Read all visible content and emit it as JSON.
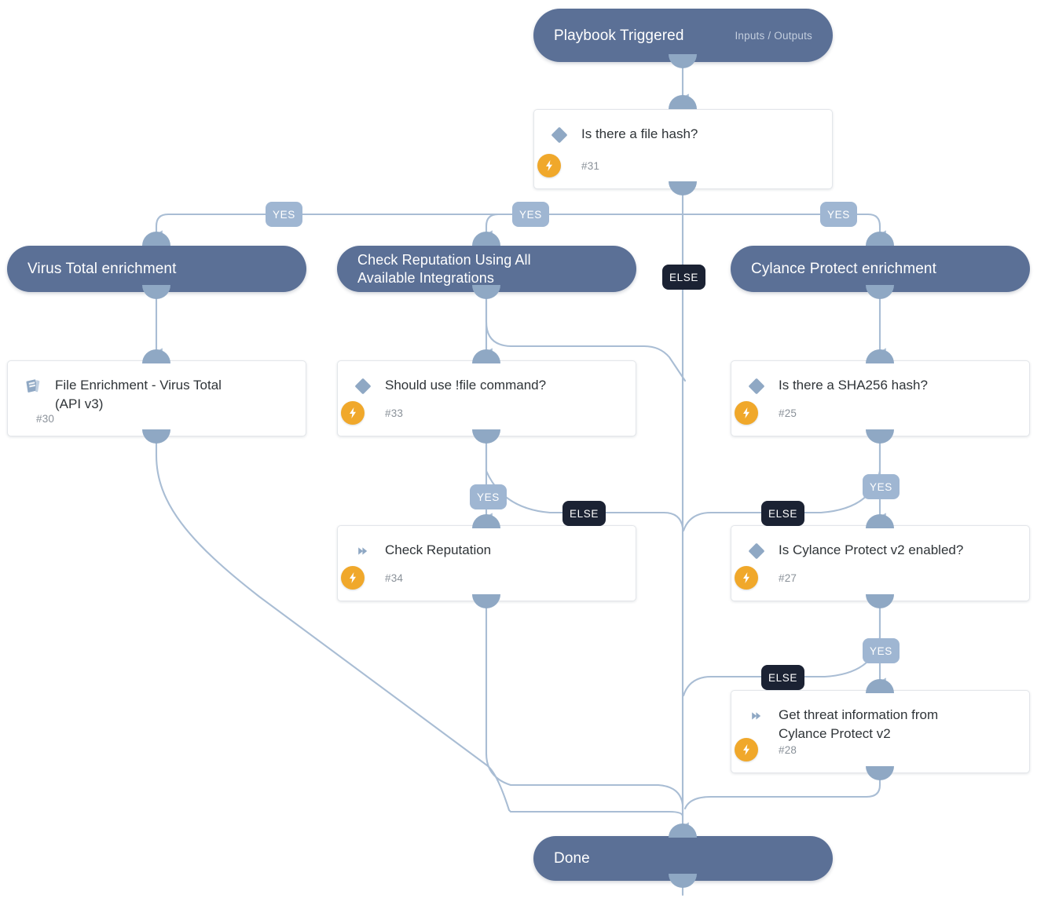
{
  "diagram": {
    "title": "Playbook workflow",
    "colors": {
      "pill_bg": "#5b7096",
      "card_bg": "#ffffff",
      "port": "#8fa8c4",
      "wire": "#a9bdd4",
      "badge_yes": "#9fb6d2",
      "badge_else": "#1b2233",
      "bolt": "#f0a82b",
      "icon_blue": "#8fa8c4"
    },
    "nodes": [
      {
        "id": "start",
        "kind": "pill",
        "title": "Playbook Triggered",
        "meta": "Inputs / Outputs"
      },
      {
        "id": "task31",
        "kind": "card",
        "icon": "condition-diamond-icon",
        "title": "Is there a file hash?",
        "number": "#31",
        "has_bolt": true
      },
      {
        "id": "section_vt",
        "kind": "pill",
        "title": "Virus Total enrichment",
        "meta": ""
      },
      {
        "id": "section_cr",
        "kind": "pill",
        "title": "Check Reputation Using All\nAvailable Integrations",
        "meta": ""
      },
      {
        "id": "section_cy",
        "kind": "pill",
        "title": "Cylance Protect enrichment",
        "meta": ""
      },
      {
        "id": "task30",
        "kind": "card",
        "icon": "playbook-book-icon",
        "title": "File Enrichment - Virus Total\n(API v3)",
        "number": "#30",
        "has_bolt": false
      },
      {
        "id": "task33",
        "kind": "card",
        "icon": "condition-diamond-icon",
        "title": "Should use !file command?",
        "number": "#33",
        "has_bolt": true
      },
      {
        "id": "task25",
        "kind": "card",
        "icon": "condition-diamond-icon",
        "title": "Is there a SHA256 hash?",
        "number": "#25",
        "has_bolt": true
      },
      {
        "id": "task34",
        "kind": "card",
        "icon": "command-chevron-icon",
        "title": "Check Reputation",
        "number": "#34",
        "has_bolt": true
      },
      {
        "id": "task27",
        "kind": "card",
        "icon": "condition-diamond-icon",
        "title": "Is Cylance Protect v2 enabled?",
        "number": "#27",
        "has_bolt": true
      },
      {
        "id": "task28",
        "kind": "card",
        "icon": "command-chevron-icon",
        "title": "Get threat information from\nCylance Protect v2",
        "number": "#28",
        "has_bolt": true
      },
      {
        "id": "done",
        "kind": "pill",
        "title": "Done",
        "meta": ""
      }
    ],
    "branch_labels": [
      {
        "id": "yes-vt",
        "text": "YES",
        "type": "yes"
      },
      {
        "id": "yes-cr",
        "text": "YES",
        "type": "yes"
      },
      {
        "id": "yes-cy",
        "text": "YES",
        "type": "yes"
      },
      {
        "id": "else-31",
        "text": "ELSE",
        "type": "else"
      },
      {
        "id": "yes-33",
        "text": "YES",
        "type": "yes"
      },
      {
        "id": "else-33",
        "text": "ELSE",
        "type": "else"
      },
      {
        "id": "yes-25",
        "text": "YES",
        "type": "yes"
      },
      {
        "id": "else-25",
        "text": "ELSE",
        "type": "else"
      },
      {
        "id": "yes-27",
        "text": "YES",
        "type": "yes"
      },
      {
        "id": "else-27",
        "text": "ELSE",
        "type": "else"
      }
    ]
  }
}
